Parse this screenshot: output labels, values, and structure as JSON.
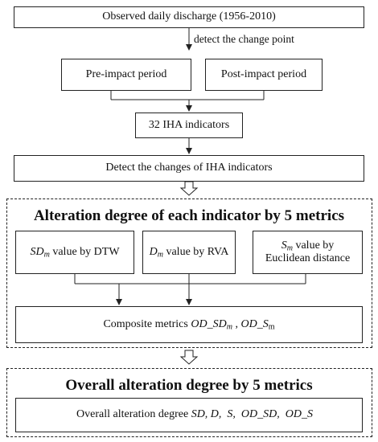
{
  "top": {
    "observed": "Observed daily discharge (1956-2010)"
  },
  "change_point_label": "detect the change point",
  "periods": {
    "pre": "Pre-impact period",
    "post": "Post-impact period"
  },
  "iha": "32 IHA indicators",
  "detect_changes": "Detect the changes of IHA indicators",
  "section1": {
    "title": "Alteration degree of each indicator by 5 metrics",
    "sd_metric": {
      "sym": "SD",
      "sub": "m",
      "text": " value by DTW"
    },
    "d_metric": {
      "sym": "D",
      "sub": "m",
      "text": " value by RVA"
    },
    "s_metric": {
      "sym": "S",
      "sub": "m",
      "text": " value by",
      "line2": "Euclidean distance"
    },
    "composite": {
      "prefix": "Composite metrics ",
      "m1": "OD_SD",
      "m1_sub": "m",
      "sep": " , ",
      "m2": "OD_S",
      "m2_sub": "m"
    }
  },
  "section2": {
    "title": "Overall alteration degree by 5 metrics",
    "prefix": "Overall alteration degree ",
    "metrics": "SD, D,  S,  OD_SD,  OD_S"
  }
}
